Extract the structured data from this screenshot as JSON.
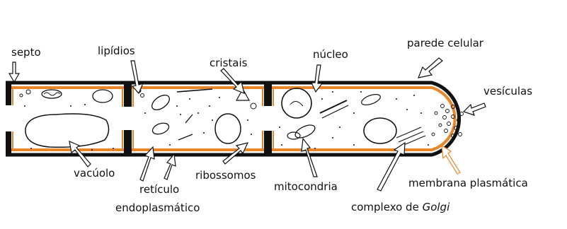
{
  "labels": {
    "septo": "septo",
    "lipidios": "lipídios",
    "cristais": "cristais",
    "nucleo": "núcleo",
    "parede_celular": "parede celular",
    "vesiculas": "vesículas",
    "vacuolo": "vacúolo",
    "reticulo_line1": "retículo",
    "reticulo_line2": "endoplasmático",
    "ribossomos": "ribossomos",
    "mitocondria": "mitocondria",
    "membrana_plasmatica": "membrana plasmática",
    "complexo_de": "complexo de ",
    "golgi": "Golgi"
  },
  "colors": {
    "wall": "#111111",
    "membrane": "#e8862a",
    "background": "#ffffff"
  }
}
